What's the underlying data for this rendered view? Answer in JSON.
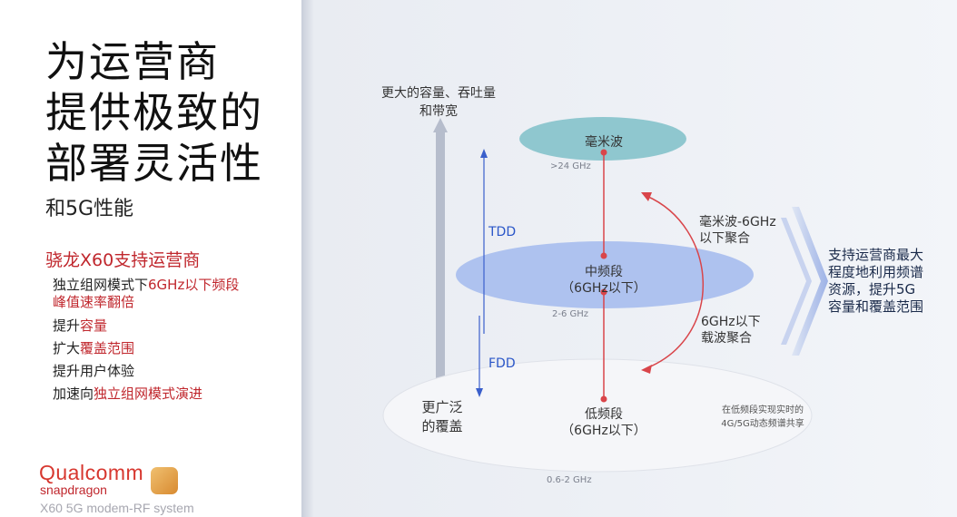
{
  "left": {
    "title_lines": [
      "为运营商",
      "提供极致的",
      "部署灵活性"
    ],
    "subtitle": "和5G性能",
    "heading": "骁龙X60支持运营商",
    "items": [
      {
        "pre": "独立组网模式下",
        "hl": "6GHz以下频段",
        "post": ""
      },
      {
        "pre": "",
        "hl": "峰值速率翻倍",
        "post": ""
      },
      {
        "pre": "提升",
        "hl": "容量",
        "post": ""
      },
      {
        "pre": "扩大",
        "hl": "覆盖范围",
        "post": ""
      },
      {
        "pre": "提升用户体验",
        "hl": "",
        "post": ""
      },
      {
        "pre": "加速向",
        "hl": "独立组网模式演进",
        "post": ""
      }
    ],
    "logo": {
      "brand": "Qualcomm",
      "line2": "snapdragon",
      "line3": "X60 5G modem-RF system"
    }
  },
  "diagram": {
    "top_label": [
      "更大的容量、吞吐量",
      "和带宽"
    ],
    "bottom_label": [
      "更广泛",
      "的覆盖"
    ],
    "tdd": "TDD",
    "fdd": "FDD",
    "mmwave": "毫米波",
    "mmwave_freq": ">24 GHz",
    "mid": [
      "中频段",
      "（6GHz以下）"
    ],
    "mid_freq": "2-6 GHz",
    "low": [
      "低频段",
      "（6GHz以下）"
    ],
    "low_freq": "0.6-2 GHz",
    "agg1": [
      "毫米波-6GHz",
      "以下聚合"
    ],
    "agg2": [
      "6GHz以下",
      "载波聚合"
    ],
    "dss": [
      "在低频段实现实时的",
      "4G/5G动态频谱共享"
    ],
    "summary": [
      "支持运营商最大",
      "程度地利用频谱",
      "资源，提升5G",
      "容量和覆盖范围"
    ]
  }
}
